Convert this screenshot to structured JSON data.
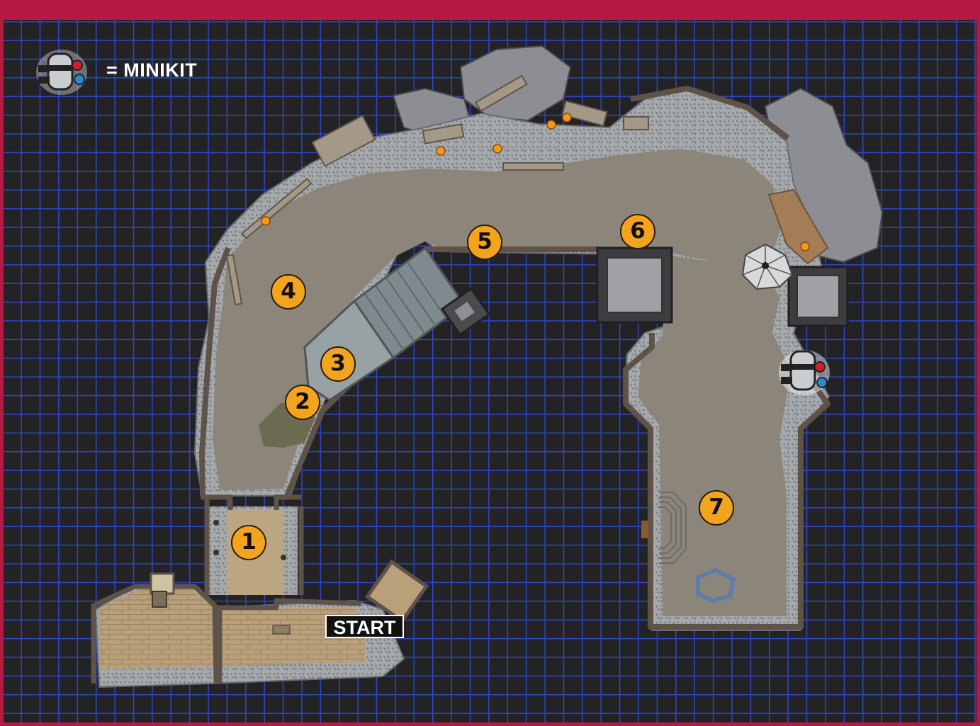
{
  "legend": {
    "icon": "minikit-icon",
    "label": "= MINIKIT"
  },
  "start_label": "START",
  "markers": [
    {
      "number": "1"
    },
    {
      "number": "2"
    },
    {
      "number": "3"
    },
    {
      "number": "4"
    },
    {
      "number": "5"
    },
    {
      "number": "6"
    },
    {
      "number": "7"
    }
  ],
  "minikits": [
    {
      "icon": "minikit-icon"
    }
  ],
  "colors": {
    "frame": "#b51a44",
    "background": "#232325",
    "grid": "#2d47c8",
    "floor": "#8c857a",
    "rubble": "#a9adb0",
    "wall": "#5e5249",
    "brick": "#b9a07a",
    "marker": "#f2a41e"
  }
}
